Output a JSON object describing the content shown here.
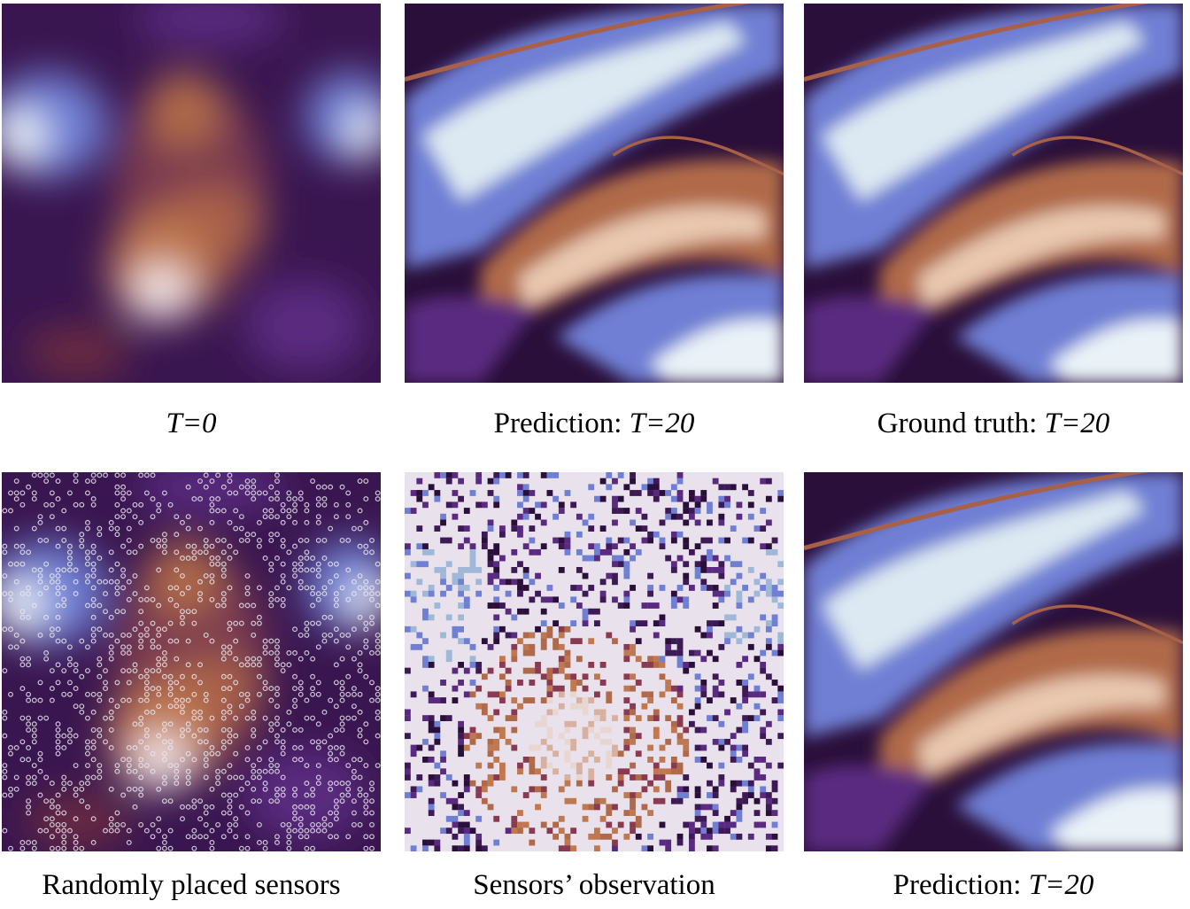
{
  "colors": {
    "dark": "#2a0f3a",
    "purple": "#5a2a80",
    "blue": "#6f7fd4",
    "light": "#eaf2f8",
    "copper": "#c07850",
    "cream": "#f3e6e8",
    "sensor_bg": "#e9e2ec"
  },
  "panels": [
    {
      "name": "initial-field",
      "caption_text": "",
      "caption_italic": "T=0"
    },
    {
      "name": "prediction-field",
      "caption_text": "Prediction: ",
      "caption_italic": "T=20"
    },
    {
      "name": "ground-truth-field",
      "caption_text": "Ground truth: ",
      "caption_italic": "T=20"
    },
    {
      "name": "sensor-placement-field",
      "caption_text": "Randomly placed sensors",
      "caption_italic": ""
    },
    {
      "name": "sensor-observation-field",
      "caption_text": "Sensors’ observation",
      "caption_italic": ""
    },
    {
      "name": "sensor-prediction-field",
      "caption_text": "Prediction: ",
      "caption_italic": "T=20"
    }
  ]
}
